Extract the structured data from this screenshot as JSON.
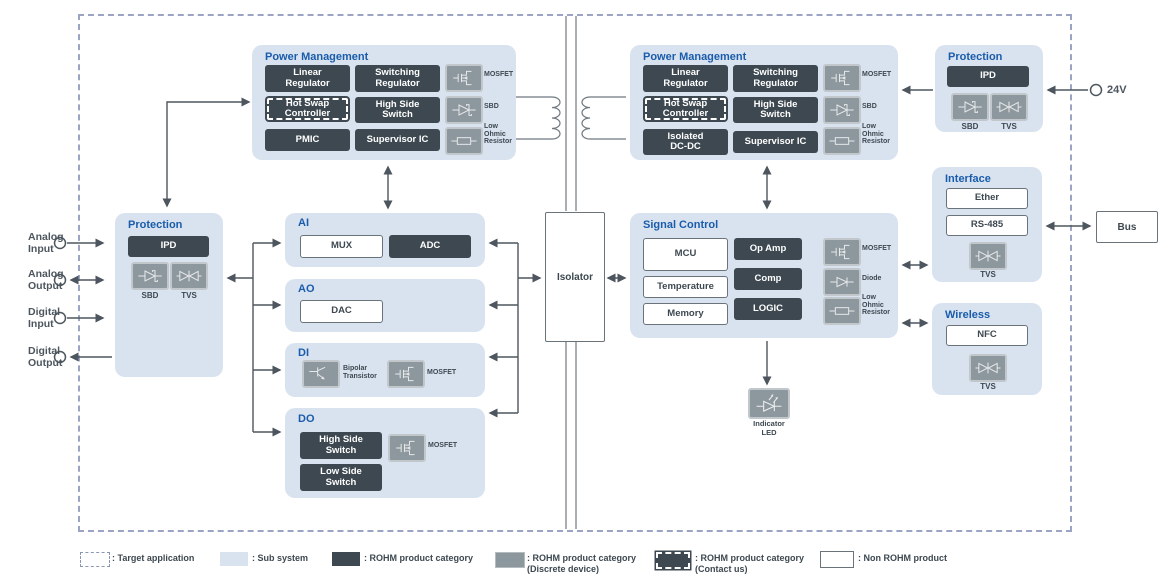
{
  "colors": {
    "subsystem_blue": "#d9e3f0",
    "rohm_dark": "#3d4850",
    "discrete_gray": "#8d979e",
    "title_blue": "#1a5cab",
    "line_gray": "#4d565e",
    "target_dash": "#9ba4c4"
  },
  "io": {
    "analog_input": "Analog\nInput",
    "analog_output": "Analog\nOutput",
    "digital_input": "Digital\nInput",
    "digital_output": "Digital\nOutput"
  },
  "supply": {
    "label": "24V"
  },
  "bus": {
    "label": "Bus"
  },
  "isolator": {
    "label": "Isolator"
  },
  "pm_left": {
    "title": "Power Management",
    "buttons": [
      {
        "label": "Linear\nRegulator",
        "type": "rohm"
      },
      {
        "label": "Switching\nRegulator",
        "type": "rohm"
      },
      {
        "label": "Hot Swap\nController",
        "type": "contact"
      },
      {
        "label": "High Side\nSwitch",
        "type": "rohm"
      },
      {
        "label": "PMIC",
        "type": "rohm"
      },
      {
        "label": "Supervisor IC",
        "type": "rohm"
      }
    ],
    "devices": [
      {
        "icon": "mosfet-icon",
        "label": "MOSFET"
      },
      {
        "icon": "sbd-icon",
        "label": "SBD"
      },
      {
        "icon": "resistor-icon",
        "label": "Low Ohmic Resistor"
      }
    ]
  },
  "pm_right": {
    "title": "Power Management",
    "buttons": [
      {
        "label": "Linear\nRegulator",
        "type": "rohm"
      },
      {
        "label": "Switching\nRegulator",
        "type": "rohm"
      },
      {
        "label": "Hot Swap\nController",
        "type": "contact"
      },
      {
        "label": "High Side\nSwitch",
        "type": "rohm"
      },
      {
        "label": "Isolated\nDC-DC",
        "type": "rohm"
      },
      {
        "label": "Supervisor IC",
        "type": "rohm"
      }
    ],
    "devices": [
      {
        "icon": "mosfet-icon",
        "label": "MOSFET"
      },
      {
        "icon": "sbd-icon",
        "label": "SBD"
      },
      {
        "icon": "resistor-icon",
        "label": "Low Ohmic Resistor"
      }
    ]
  },
  "protection_top": {
    "title": "Protection",
    "ipd": "IPD",
    "devices": [
      {
        "icon": "sbd-icon",
        "label": "SBD"
      },
      {
        "icon": "tvs-icon",
        "label": "TVS"
      }
    ]
  },
  "protection_left": {
    "title": "Protection",
    "ipd": "IPD",
    "devices": [
      {
        "icon": "sbd-icon",
        "label": "SBD"
      },
      {
        "icon": "tvs-icon",
        "label": "TVS"
      }
    ]
  },
  "ai": {
    "title": "AI",
    "mux": "MUX",
    "adc": "ADC"
  },
  "ao": {
    "title": "AO",
    "dac": "DAC"
  },
  "di": {
    "title": "DI",
    "devices": [
      {
        "icon": "bjt-icon",
        "label": "Bipolar Transistor"
      },
      {
        "icon": "mosfet-icon",
        "label": "MOSFET"
      }
    ]
  },
  "do": {
    "title": "DO",
    "high_side": "High Side\nSwitch",
    "low_side": "Low Side\nSwitch",
    "devices": [
      {
        "icon": "mosfet-icon",
        "label": "MOSFET"
      }
    ]
  },
  "signal_control": {
    "title": "Signal Control",
    "mcu": "MCU",
    "temperature": "Temperature",
    "memory": "Memory",
    "op_amp": "Op Amp",
    "comp": "Comp",
    "logic": "LOGIC",
    "devices": [
      {
        "icon": "mosfet-icon",
        "label": "MOSFET"
      },
      {
        "icon": "diode-icon",
        "label": "Diode"
      },
      {
        "icon": "resistor-icon",
        "label": "Low Ohmic Resistor"
      }
    ]
  },
  "indicator": {
    "icon": "led-icon",
    "label": "Indicator\nLED"
  },
  "interface": {
    "title": "Interface",
    "ether": "Ether",
    "rs485": "RS-485",
    "device": {
      "icon": "tvs-icon",
      "label": "TVS"
    }
  },
  "wireless": {
    "title": "Wireless",
    "nfc": "NFC",
    "device": {
      "icon": "tvs-icon",
      "label": "TVS"
    }
  },
  "legend": {
    "target": ": Target application",
    "sub": ": Sub system",
    "rohm": ": ROHM product category",
    "discrete": ": ROHM product category\n(Discrete device)",
    "contact": ": ROHM product category\n(Contact us)",
    "non_rohm": ": Non ROHM product"
  }
}
